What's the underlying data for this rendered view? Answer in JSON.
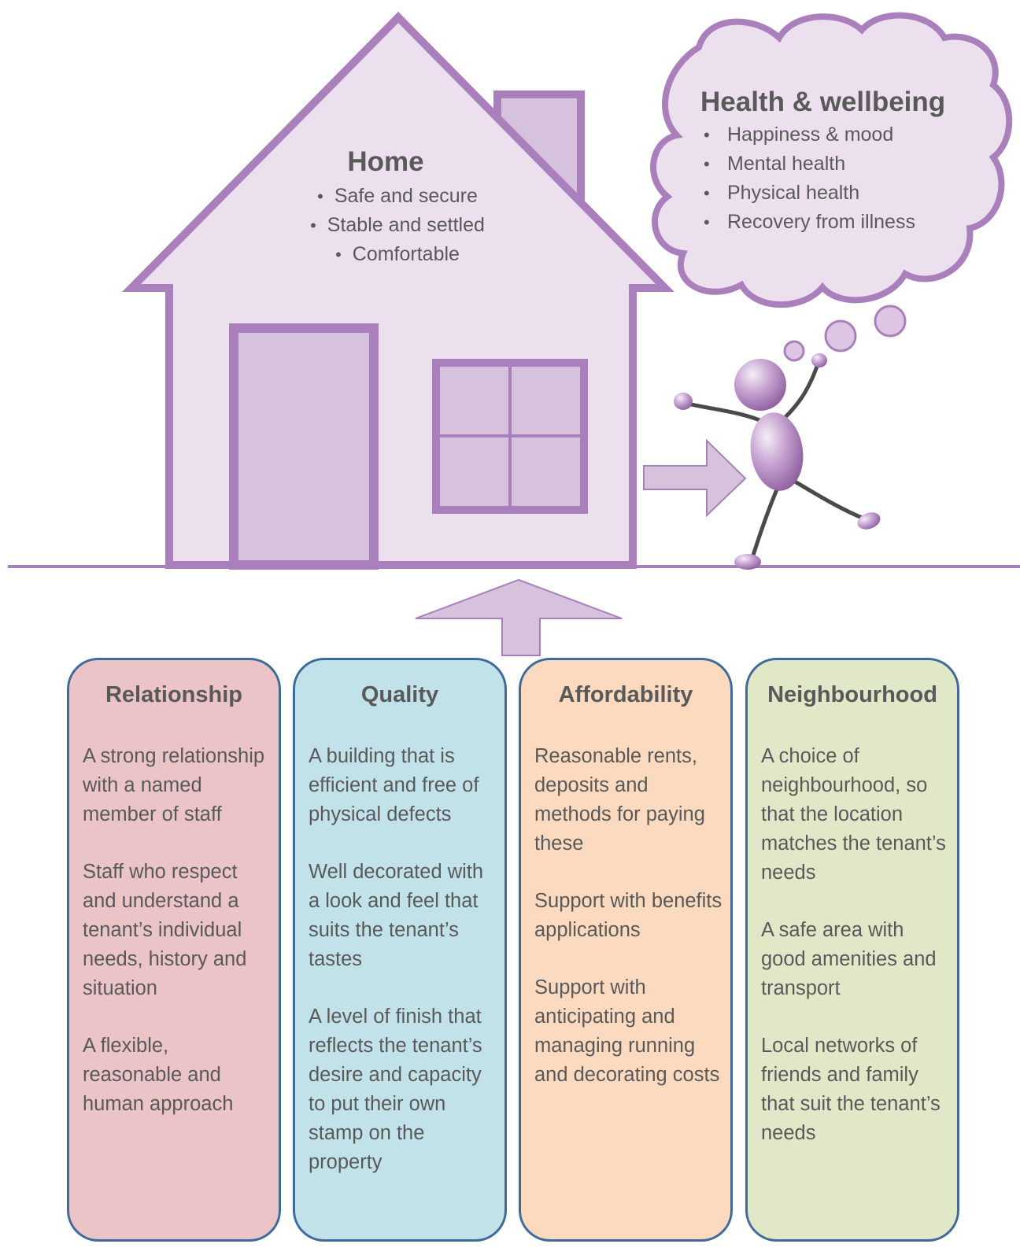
{
  "home": {
    "title": "Home",
    "items": [
      "Safe and secure",
      "Stable and settled",
      "Comfortable"
    ]
  },
  "health": {
    "title": "Health & wellbeing",
    "items": [
      "Happiness & mood",
      "Mental health",
      "Physical health",
      "Recovery from illness"
    ]
  },
  "bullet": "•",
  "columns": [
    {
      "title": "Relationship",
      "color": "#eac4c6",
      "paragraphs": [
        "A strong relationship with a named member of staff",
        "Staff who respect and understand a tenant’s individual needs, history and situation",
        "A flexible, reasonable and human approach"
      ]
    },
    {
      "title": "Quality",
      "color": "#c2e2ea",
      "paragraphs": [
        "A building that is efficient and free of physical defects",
        "Well decorated with a look and feel that suits the tenant’s tastes",
        "A level of finish that reflects the tenant’s desire and capacity to put their own stamp on the property"
      ]
    },
    {
      "title": "Affordability",
      "color": "#fbdac0",
      "paragraphs": [
        "Reasonable rents, deposits and methods for paying these",
        "Support with benefits applications",
        "Support with anticipating and managing running and decorating costs"
      ]
    },
    {
      "title": "Neighbourhood",
      "color": "#e1e8c8",
      "paragraphs": [
        "A choice of neighbourhood, so that the location matches the tenant’s needs",
        "A safe area with good amenities and transport",
        "Local networks of friends and family that suit the tenant’s needs"
      ]
    }
  ],
  "colors": {
    "house_stroke": "#a97fbc",
    "house_fill": "#ece0ef",
    "house_fill_dark": "#d7c2de",
    "column_border": "#3f6a9a",
    "text": "#595959"
  }
}
